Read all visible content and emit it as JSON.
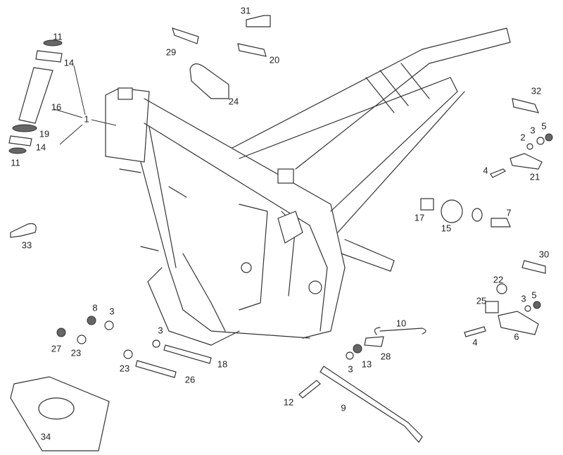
{
  "diagram": {
    "title": "Frame exploded parts diagram",
    "labels": {
      "l11a": "11",
      "l14a": "14",
      "l16": "16",
      "l1": "1",
      "l19": "19",
      "l14b": "14",
      "l11b": "11",
      "l31": "31",
      "l29": "29",
      "l20": "20",
      "l24": "24",
      "l32": "32",
      "l2": "2",
      "l3a": "3",
      "l5a": "5",
      "l4a": "4",
      "l21": "21",
      "l17": "17",
      "l15": "15",
      "l7": "7",
      "l30": "30",
      "l22": "22",
      "l25": "25",
      "l3b": "3",
      "l5b": "5",
      "l4b": "4",
      "l6": "6",
      "l33": "33",
      "l8": "8",
      "l3c": "3",
      "l27": "27",
      "l23a": "23",
      "l3d": "3",
      "l18": "18",
      "l23b": "23",
      "l26": "26",
      "l10": "10",
      "l3e": "3",
      "l13": "13",
      "l28": "28",
      "l12": "12",
      "l9": "9",
      "l34": "34"
    }
  }
}
